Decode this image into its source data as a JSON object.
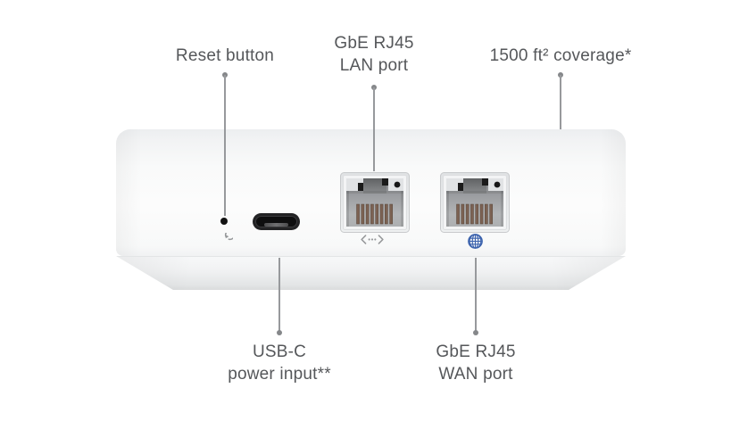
{
  "callouts": {
    "reset": {
      "label": "Reset button"
    },
    "lan": {
      "line1": "GbE RJ45",
      "line2": "LAN port"
    },
    "coverage": {
      "label": "1500 ft² coverage*"
    },
    "usb": {
      "line1": "USB-C",
      "line2": "power input**"
    },
    "wan": {
      "line1": "GbE RJ45",
      "line2": "WAN port"
    }
  },
  "icons": {
    "reset": {
      "name": "reset-arrow-icon",
      "color": "#96989a"
    },
    "lan": {
      "name": "lan-chevron-dots-icon",
      "color": "#96989a"
    },
    "wan": {
      "name": "globe-icon",
      "color": "#3d64ae"
    }
  },
  "colors": {
    "background": "#ffffff",
    "label_text": "#55575a",
    "callout_line": "#97999c",
    "device_face_top": "#edeff0",
    "device_bevel_bottom": "#d9dbdc",
    "usb_port": "#232325",
    "rj45_pins": "#7c6253",
    "rj45_led": "#171717",
    "globe_blue": "#3d64ae"
  }
}
